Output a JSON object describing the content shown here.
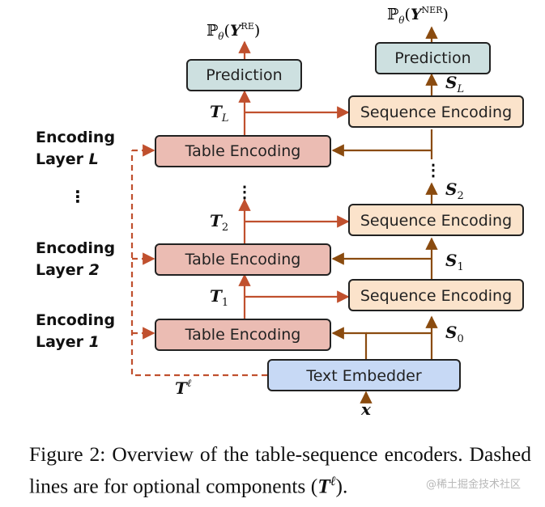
{
  "colors": {
    "red_arrow": "#c0502e",
    "brown_arrow": "#8a4b0f",
    "prediction_fill": "#cde0e0",
    "table_fill": "#ebbcb3",
    "sequence_fill": "#fbe3cb",
    "embedder_fill": "#c7d9f5"
  },
  "boxes": {
    "prediction_re": "Prediction",
    "prediction_ner": "Prediction",
    "table_encoding_L": "Table Encoding",
    "table_encoding_2": "Table Encoding",
    "table_encoding_1": "Table Encoding",
    "sequence_encoding_L": "Sequence Encoding",
    "sequence_encoding_2": "Sequence Encoding",
    "sequence_encoding_1": "Sequence Encoding",
    "text_embedder": "Text Embedder"
  },
  "layer_labels": {
    "top_line1": "Encoding",
    "top_line2_prefix": "Layer ",
    "top_line2_index": "L",
    "mid_line1": "Encoding",
    "mid_line2_prefix": "Layer ",
    "mid_line2_index": "2",
    "bottom_line1": "Encoding",
    "bottom_line2_prefix": "Layer ",
    "bottom_line2_index": "1",
    "ellipsis": "⋮"
  },
  "math": {
    "prob_prefix": "ℙ",
    "theta": "θ",
    "Y": "Y",
    "re_sup": "RE",
    "ner_sup": "NER",
    "T": "T",
    "S": "S",
    "x": "x",
    "ell": "ℓ",
    "sub_L": "L",
    "sub_2": "2",
    "sub_1": "1",
    "sub_0": "0",
    "open_paren": "(",
    "close_paren": ")",
    "ellipsis": "⋮"
  },
  "caption": {
    "text": "Figure 2: Overview of the table-sequence encoders. Dashed lines are for optional components (",
    "symbol": "T",
    "symbol_sup": "ℓ",
    "end": ")."
  },
  "watermark": "@稀土掘金技术社区"
}
